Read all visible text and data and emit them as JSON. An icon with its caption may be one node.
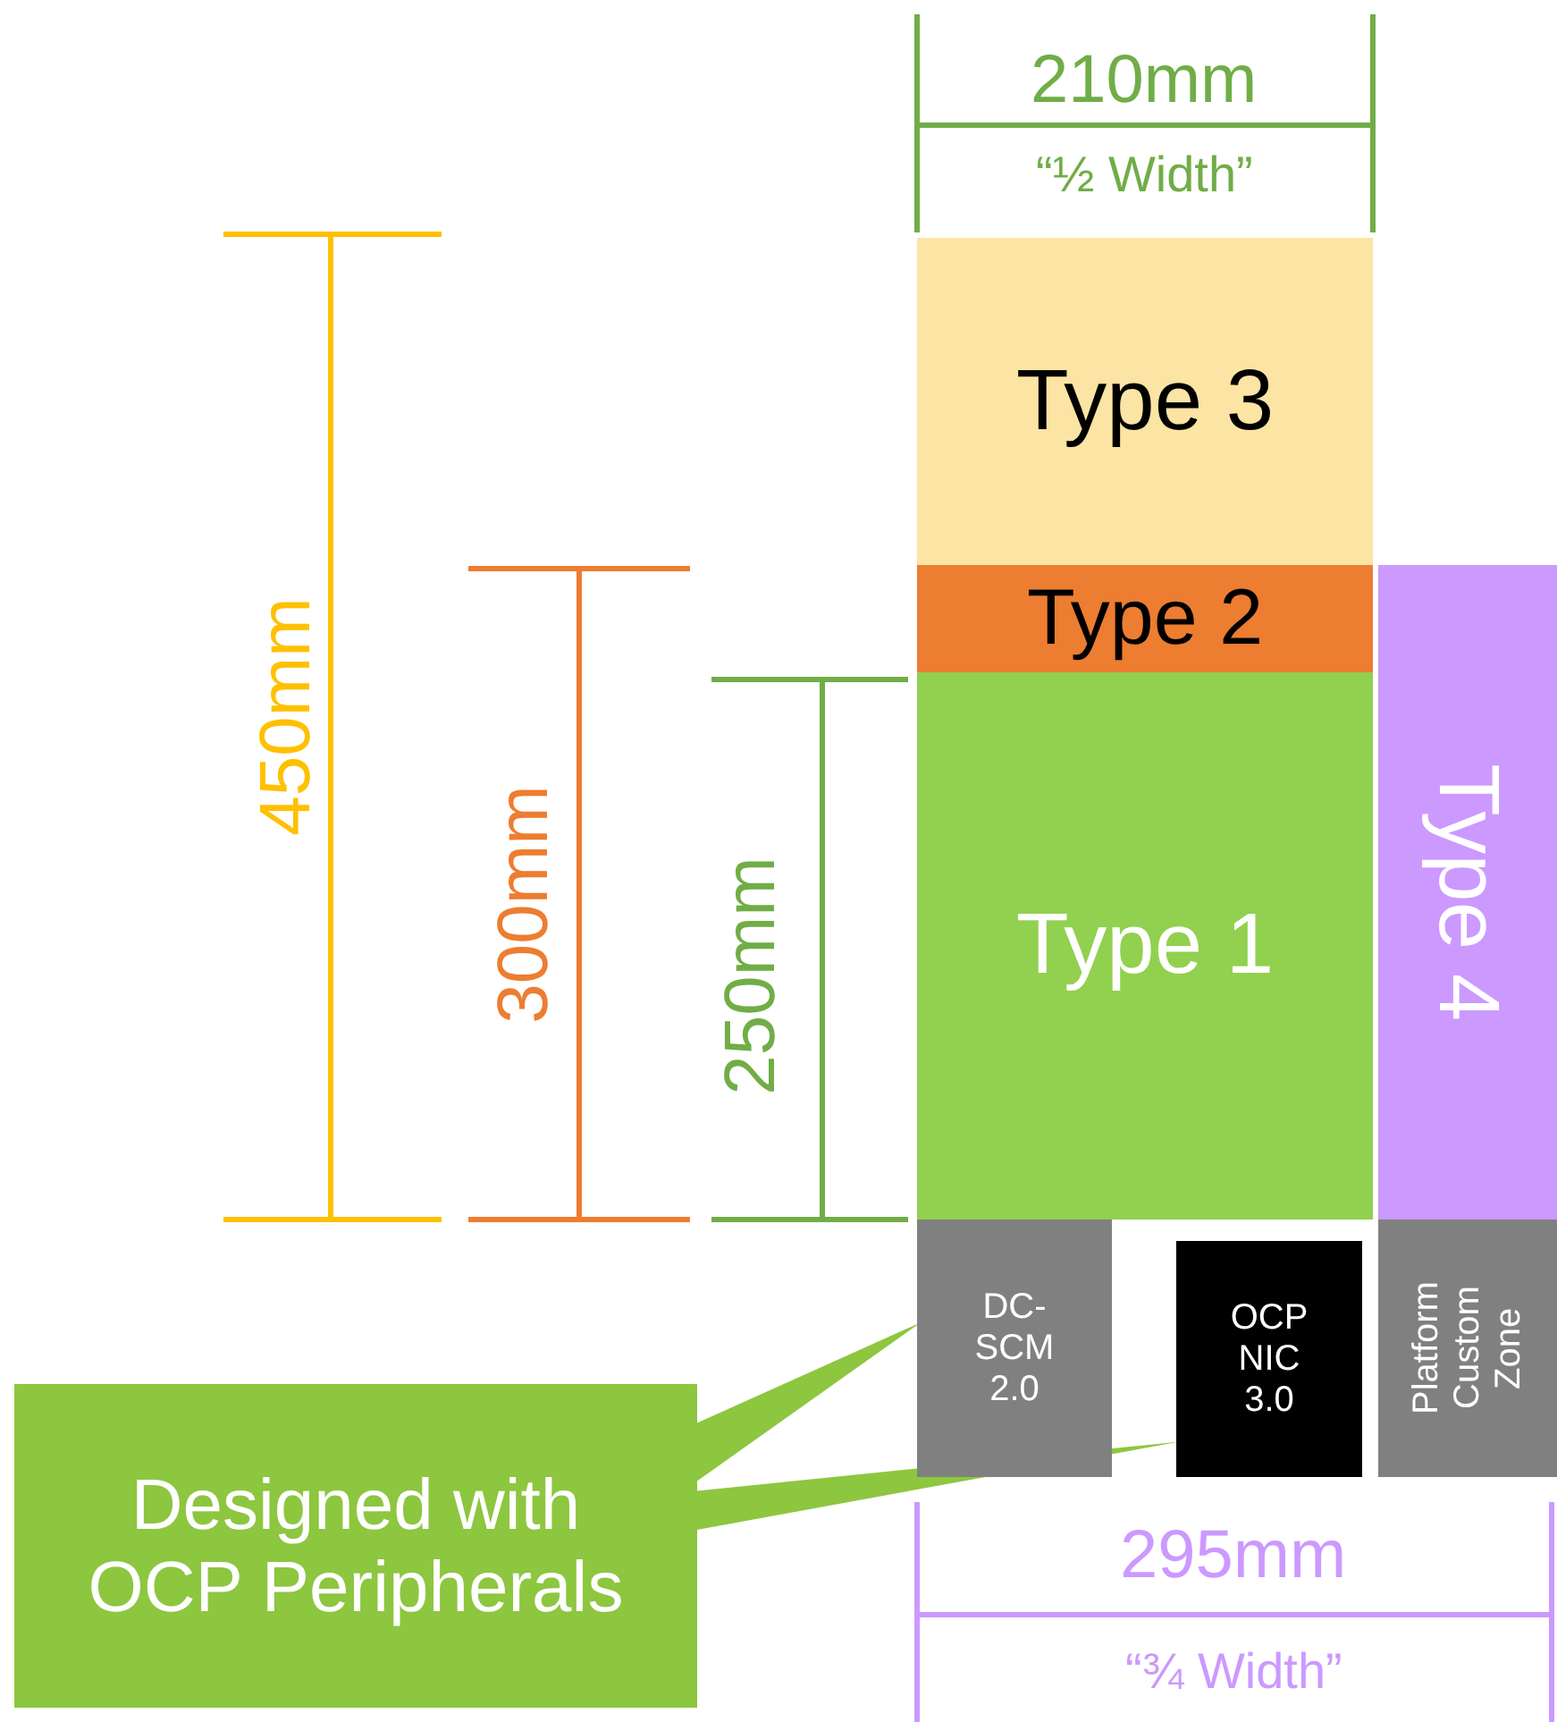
{
  "diagram": {
    "nodes": [
      {
        "text": [
          "Type 3"
        ]
      },
      {
        "text": [
          "Type 2"
        ]
      },
      {
        "text": [
          "Type 1"
        ]
      },
      {
        "text": [
          "Type 4"
        ]
      },
      {
        "text": [
          "DC-SCM 2.0"
        ]
      },
      {
        "text": [
          "OCP NIC 3.0"
        ]
      },
      {
        "text": [
          "Platform Custom Zone"
        ]
      },
      {
        "text": [
          "Designed with OCP Peripherals"
        ]
      }
    ],
    "edges": [
      {
        "from": 7,
        "to": 4,
        "arrow": "none"
      },
      {
        "from": 7,
        "to": 5,
        "arrow": "none"
      }
    ],
    "labels": [
      "210mm",
      "“½ Width”",
      "450mm",
      "300mm",
      "250mm",
      "295mm",
      "“¾ Width”"
    ]
  }
}
